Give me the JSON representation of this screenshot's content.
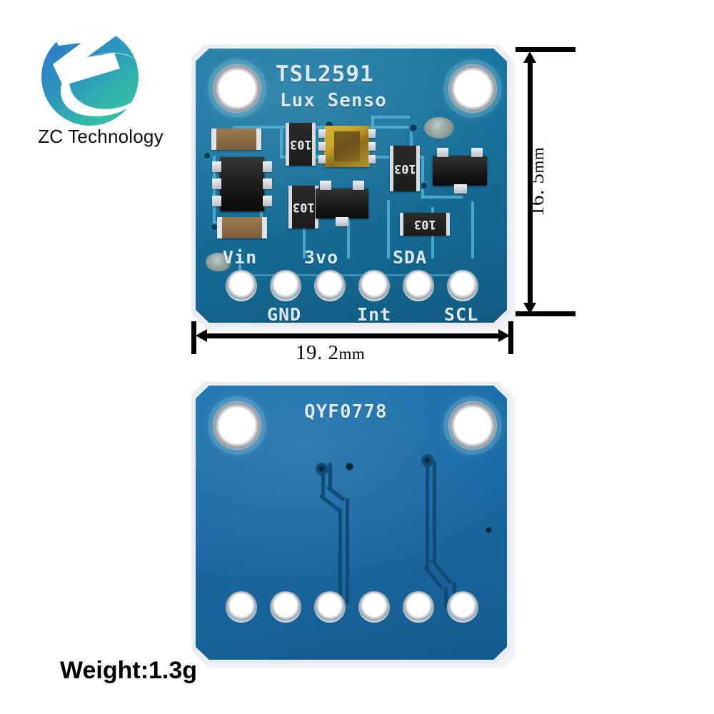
{
  "brand": {
    "logo_icon": "zc-circle-logo",
    "name": "ZC Technology"
  },
  "product": {
    "front_board": {
      "silkscreen": {
        "title_line1": "TSL2591",
        "title_line2": "Lux Senso",
        "pins_top": [
          "Vin",
          "3vo",
          "SDA"
        ],
        "pins_bottom": [
          "GND",
          "Int",
          "SCL"
        ]
      },
      "components": {
        "resistor_markings": [
          "103",
          "103",
          "103",
          "103",
          "103"
        ],
        "sensor_package": "gold-sensor-chip"
      },
      "pcb_color": "#17719c",
      "pad_count": 6
    },
    "back_board": {
      "silkscreen": {
        "board_code": "QYF0778"
      },
      "pcb_color": "#1a6aa5",
      "pad_count": 6
    }
  },
  "dimensions": {
    "height_value": "16. 5",
    "height_unit": "mm",
    "width_value": "19. 2",
    "width_unit": "mm"
  },
  "specs": {
    "weight_label": "Weight:1.3g"
  },
  "colors": {
    "pcb_front": "#17719c",
    "pcb_back": "#1a6aa5",
    "silkscreen": "#dbeaf2",
    "trace_front": "#53b2d4",
    "trace_back": "#0f4a74",
    "sensor_gold": "#c8a42e",
    "annotation": "#000000",
    "brand_blue": "#2f7fc4",
    "brand_teal": "#3fc7a6"
  }
}
